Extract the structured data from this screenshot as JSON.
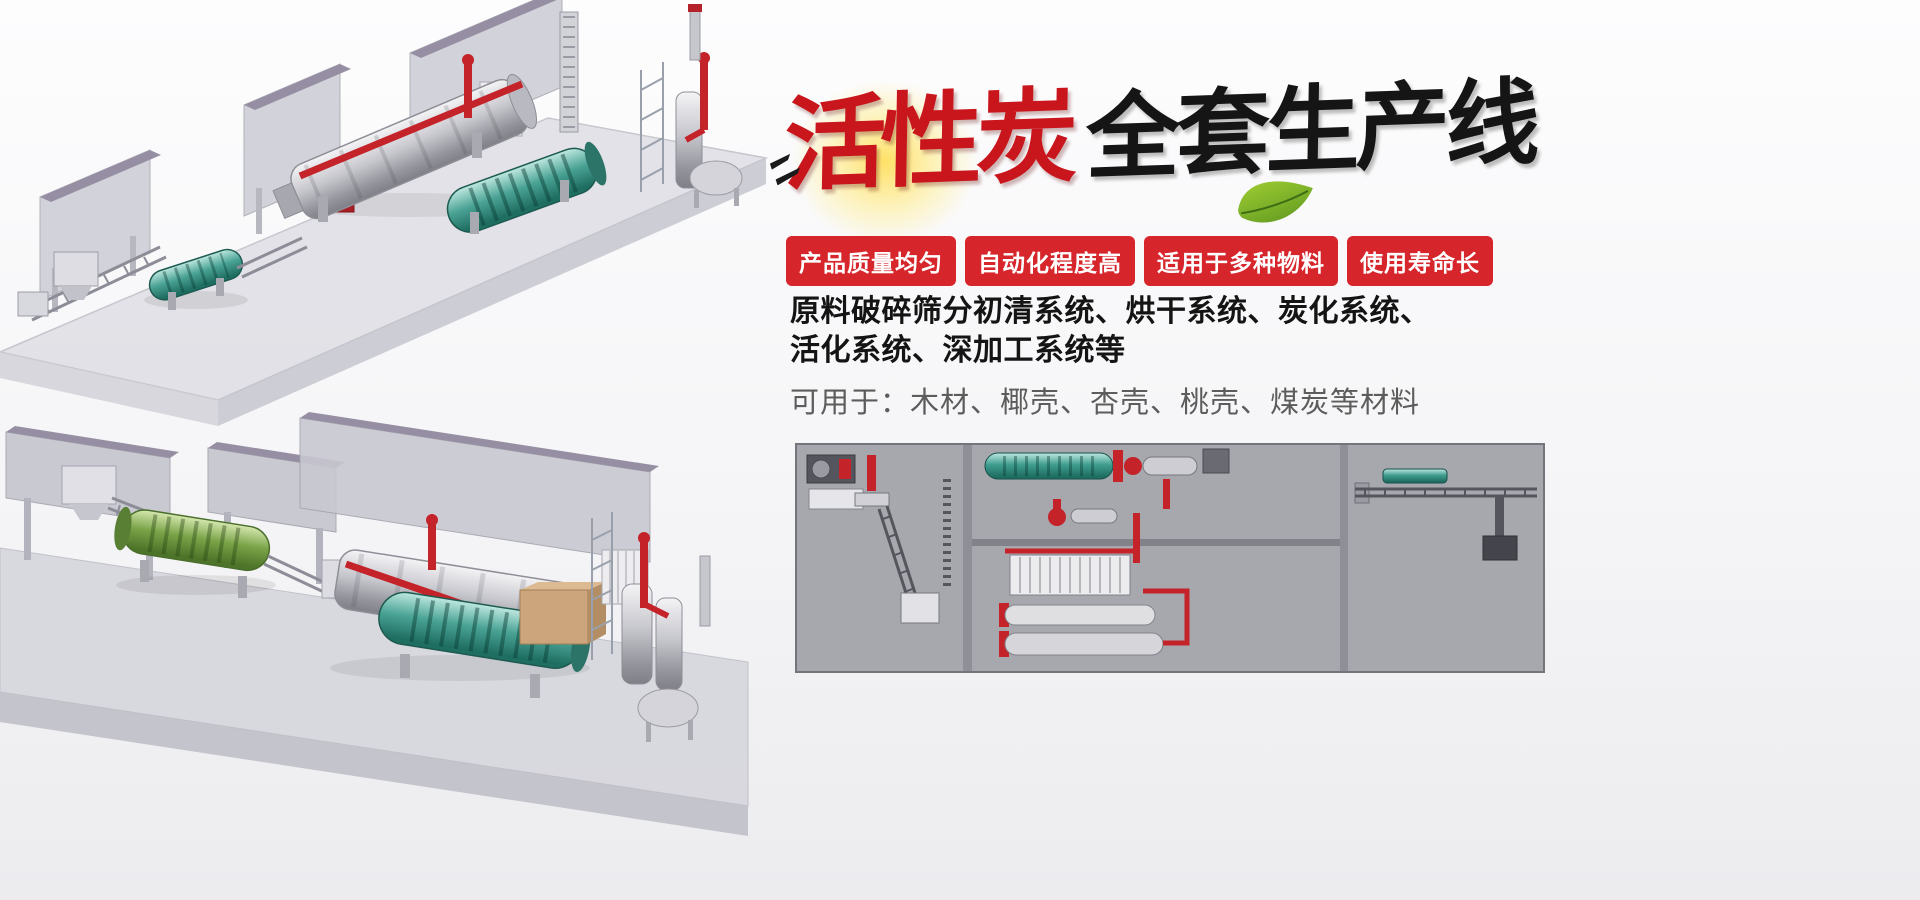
{
  "title": {
    "red": "活性炭",
    "black": "全套生产线"
  },
  "badges": [
    {
      "label": "产品质量均匀"
    },
    {
      "label": "自动化程度高"
    },
    {
      "label": "适用于多种物料"
    },
    {
      "label": "使用寿命长"
    }
  ],
  "description": {
    "line1": "原料破碎筛分初清系统、烘干系统、炭化系统、",
    "line2": "活化系统、深加工系统等",
    "line3": "可用于：木材、椰壳、杏壳、桃壳、煤炭等材料"
  },
  "colors": {
    "badge_red": "#d6252b",
    "title_red": "#c8161c",
    "title_black": "#151515",
    "text_gray": "#5c5c5c",
    "pipe_red": "#c4232a",
    "drum_teal": "#3f9d8f",
    "drum_green": "#6d9a3f",
    "panel_gray": "#a7a7ae"
  }
}
